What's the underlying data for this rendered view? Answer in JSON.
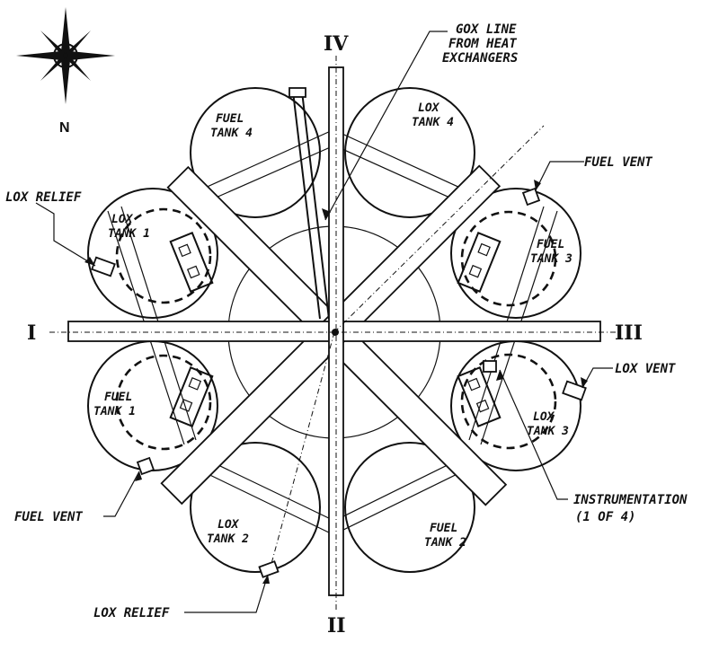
{
  "compass": {
    "north_label": "N"
  },
  "axes": {
    "axis_1": "I",
    "axis_2": "II",
    "axis_3": "III",
    "axis_4": "IV"
  },
  "callouts": {
    "gox_line_1": "GOX LINE",
    "gox_line_2": "FROM HEAT",
    "gox_line_3": "EXCHANGERS",
    "fuel_vent_top": "FUEL VENT",
    "lox_relief_top": "LOX RELIEF",
    "lox_vent": "LOX VENT",
    "fuel_vent_bottom": "FUEL VENT",
    "instrumentation_1": "INSTRUMENTATION",
    "instrumentation_2": "(1 OF 4)",
    "lox_relief_bottom": "LOX RELIEF"
  },
  "tanks": [
    {
      "id": "fuel-tank-4",
      "line1": "FUEL",
      "line2": "TANK 4"
    },
    {
      "id": "lox-tank-4",
      "line1": "LOX",
      "line2": "TANK 4"
    },
    {
      "id": "lox-tank-1",
      "line1": "LOX",
      "line2": "TANK 1"
    },
    {
      "id": "fuel-tank-3",
      "line1": "FUEL",
      "line2": "TANK 3"
    },
    {
      "id": "fuel-tank-1",
      "line1": "FUEL",
      "line2": "TANK 1"
    },
    {
      "id": "lox-tank-3",
      "line1": "LOX",
      "line2": "TANK 3"
    },
    {
      "id": "lox-tank-2",
      "line1": "LOX",
      "line2": "TANK 2"
    },
    {
      "id": "fuel-tank-2",
      "line1": "FUEL",
      "line2": "TANK 2"
    }
  ]
}
